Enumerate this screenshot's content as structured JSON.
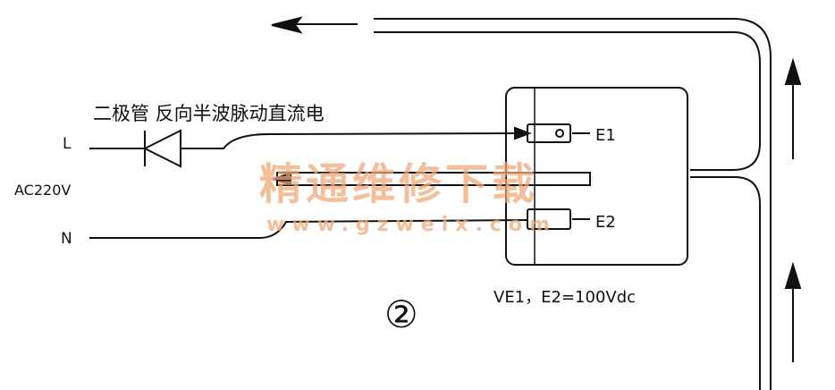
{
  "labels": {
    "diode_caption": "二极管 反向半波脉动直流电",
    "line_l": "L",
    "line_n": "N",
    "supply": "AC220V",
    "electrode_1": "E1",
    "electrode_2": "E2",
    "voltage_note": "VE1，E2=100Vdc",
    "figure_number": "②"
  },
  "watermark": {
    "chinese": "精通维修下载",
    "url": "www.gzweix.com"
  },
  "colors": {
    "line": "#111111",
    "watermark": "#f0a878",
    "background": "#ffffff"
  }
}
